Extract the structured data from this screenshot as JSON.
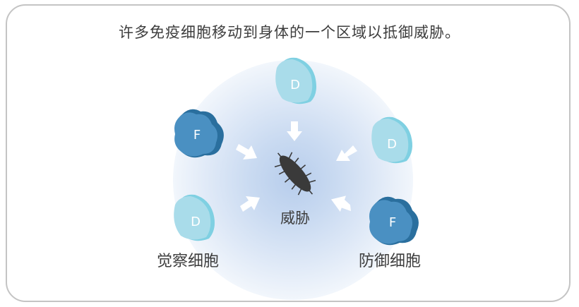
{
  "caption": "许多免疫细胞移动到身体的一个区域以抵御威胁。",
  "center": {
    "label": "威胁"
  },
  "legend": {
    "detect_label": "觉察细胞",
    "defend_label": "防御细胞"
  },
  "cells": [
    {
      "letter": "D",
      "type": "detect"
    },
    {
      "letter": "D",
      "type": "detect"
    },
    {
      "letter": "F",
      "type": "defend"
    },
    {
      "letter": "F",
      "type": "defend"
    },
    {
      "letter": "D",
      "type": "detect"
    }
  ],
  "colors": {
    "detect_fill": "#a9dcea",
    "detect_shade": "#6fc8dc",
    "defend_fill": "#3f86b8",
    "defend_shade": "#2a6f9e",
    "threat": "#3a3a3a",
    "arrow": "#ffffff"
  }
}
